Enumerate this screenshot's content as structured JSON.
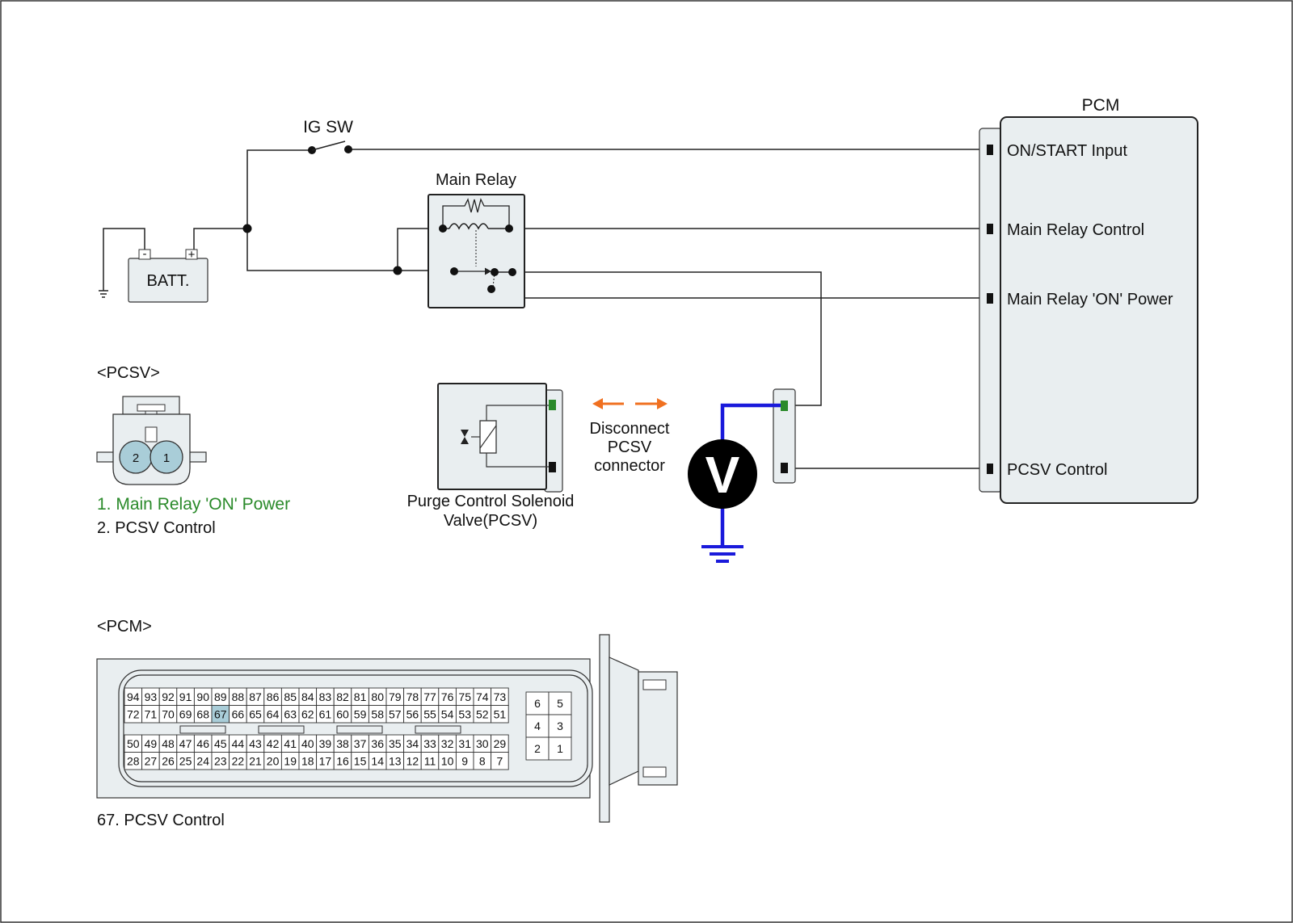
{
  "components": {
    "ig_switch": "IG SW",
    "main_relay": "Main Relay",
    "battery": "BATT.",
    "battery_neg": "-",
    "battery_pos": "+",
    "pcm": "PCM",
    "voltmeter": "V"
  },
  "pcm_terminals": [
    "ON/START Input",
    "Main Relay Control",
    "Main Relay 'ON' Power",
    "PCSV Control"
  ],
  "pcsv_section": {
    "heading": "<PCSV>",
    "pin_labels": [
      "2",
      "1"
    ],
    "legend_1": "1. Main Relay 'ON' Power",
    "legend_2": "2. PCSV Control",
    "valve_label_1": "Purge Control Solenoid",
    "valve_label_2": "Valve(PCSV)"
  },
  "disconnect_note": [
    "Disconnect",
    "PCSV",
    "connector"
  ],
  "pcm_section": {
    "heading": "<PCM>",
    "legend": "67. PCSV Control",
    "highlight_pin": "67",
    "rows_upper": [
      [
        "94",
        "93",
        "92",
        "91",
        "90",
        "89",
        "88",
        "87",
        "86",
        "85",
        "84",
        "83",
        "82",
        "81",
        "80",
        "79",
        "78",
        "77",
        "76",
        "75",
        "74",
        "73"
      ],
      [
        "72",
        "71",
        "70",
        "69",
        "68",
        "67",
        "66",
        "65",
        "64",
        "63",
        "62",
        "61",
        "60",
        "59",
        "58",
        "57",
        "56",
        "55",
        "54",
        "53",
        "52",
        "51"
      ]
    ],
    "rows_lower": [
      [
        "50",
        "49",
        "48",
        "47",
        "46",
        "45",
        "44",
        "43",
        "42",
        "41",
        "40",
        "39",
        "38",
        "37",
        "36",
        "35",
        "34",
        "33",
        "32",
        "31",
        "30",
        "29"
      ],
      [
        "28",
        "27",
        "26",
        "25",
        "24",
        "23",
        "22",
        "21",
        "20",
        "19",
        "18",
        "17",
        "16",
        "15",
        "14",
        "13",
        "12",
        "11",
        "10",
        "9",
        "8",
        "7"
      ]
    ],
    "small_block": [
      [
        "6",
        "5"
      ],
      [
        "4",
        "3"
      ],
      [
        "2",
        "1"
      ]
    ]
  },
  "colors": {
    "wire": "#222222",
    "measure_wire": "#1a1adb",
    "arrow": "#f07020",
    "green_pin": "#2a8a2a",
    "green_text": "#2a8a2a",
    "highlight": "#a9cdd8",
    "panel": "#e9eef0"
  }
}
